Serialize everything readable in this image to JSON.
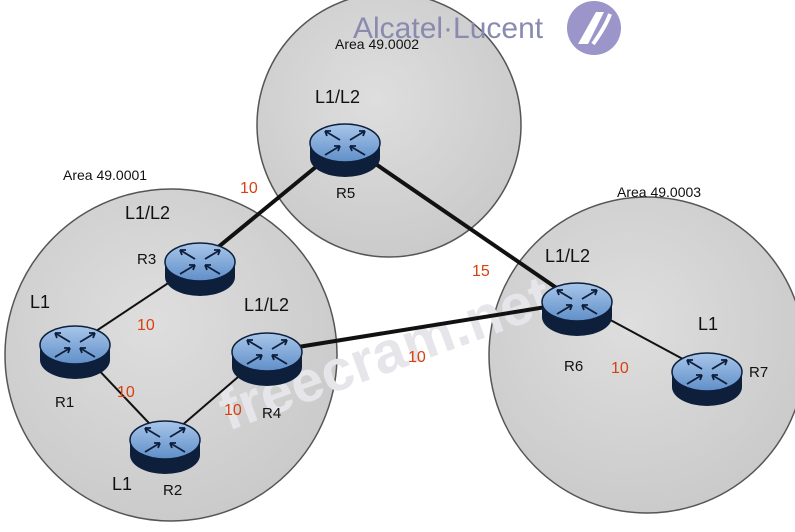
{
  "colors": {
    "area_fill": "#d4d4d4",
    "area_stroke": "#555555",
    "link": "#111111",
    "metric": "#d9400f",
    "router_top": "#7fa8d8",
    "router_side": "#0e1f3c",
    "brand": "#8a8ab0",
    "brand_logo": "#9b95c9"
  },
  "brand": {
    "text": "Alcatel·Lucent"
  },
  "watermark": {
    "text": "freecram.net"
  },
  "areas": [
    {
      "id": "area1",
      "label": "Area 49.0001"
    },
    {
      "id": "area2",
      "label": "Area 49.0002"
    },
    {
      "id": "area3",
      "label": "Area 49.0003"
    }
  ],
  "routers": [
    {
      "id": "R1",
      "name": "R1",
      "level": "L1"
    },
    {
      "id": "R2",
      "name": "R2",
      "level": "L1"
    },
    {
      "id": "R3",
      "name": "R3",
      "level": "L1/L2"
    },
    {
      "id": "R4",
      "name": "R4",
      "level": "L1/L2"
    },
    {
      "id": "R5",
      "name": "R5",
      "level": "L1/L2"
    },
    {
      "id": "R6",
      "name": "R6",
      "level": "L1/L2"
    },
    {
      "id": "R7",
      "name": "R7",
      "level": "L1"
    }
  ],
  "links": [
    {
      "from": "R1",
      "to": "R3",
      "metric": "10"
    },
    {
      "from": "R1",
      "to": "R2",
      "metric": "10"
    },
    {
      "from": "R2",
      "to": "R4",
      "metric": "10"
    },
    {
      "from": "R3",
      "to": "R5",
      "metric": "10"
    },
    {
      "from": "R5",
      "to": "R6",
      "metric": "15"
    },
    {
      "from": "R4",
      "to": "R6",
      "metric": "10"
    },
    {
      "from": "R6",
      "to": "R7",
      "metric": "10"
    }
  ]
}
